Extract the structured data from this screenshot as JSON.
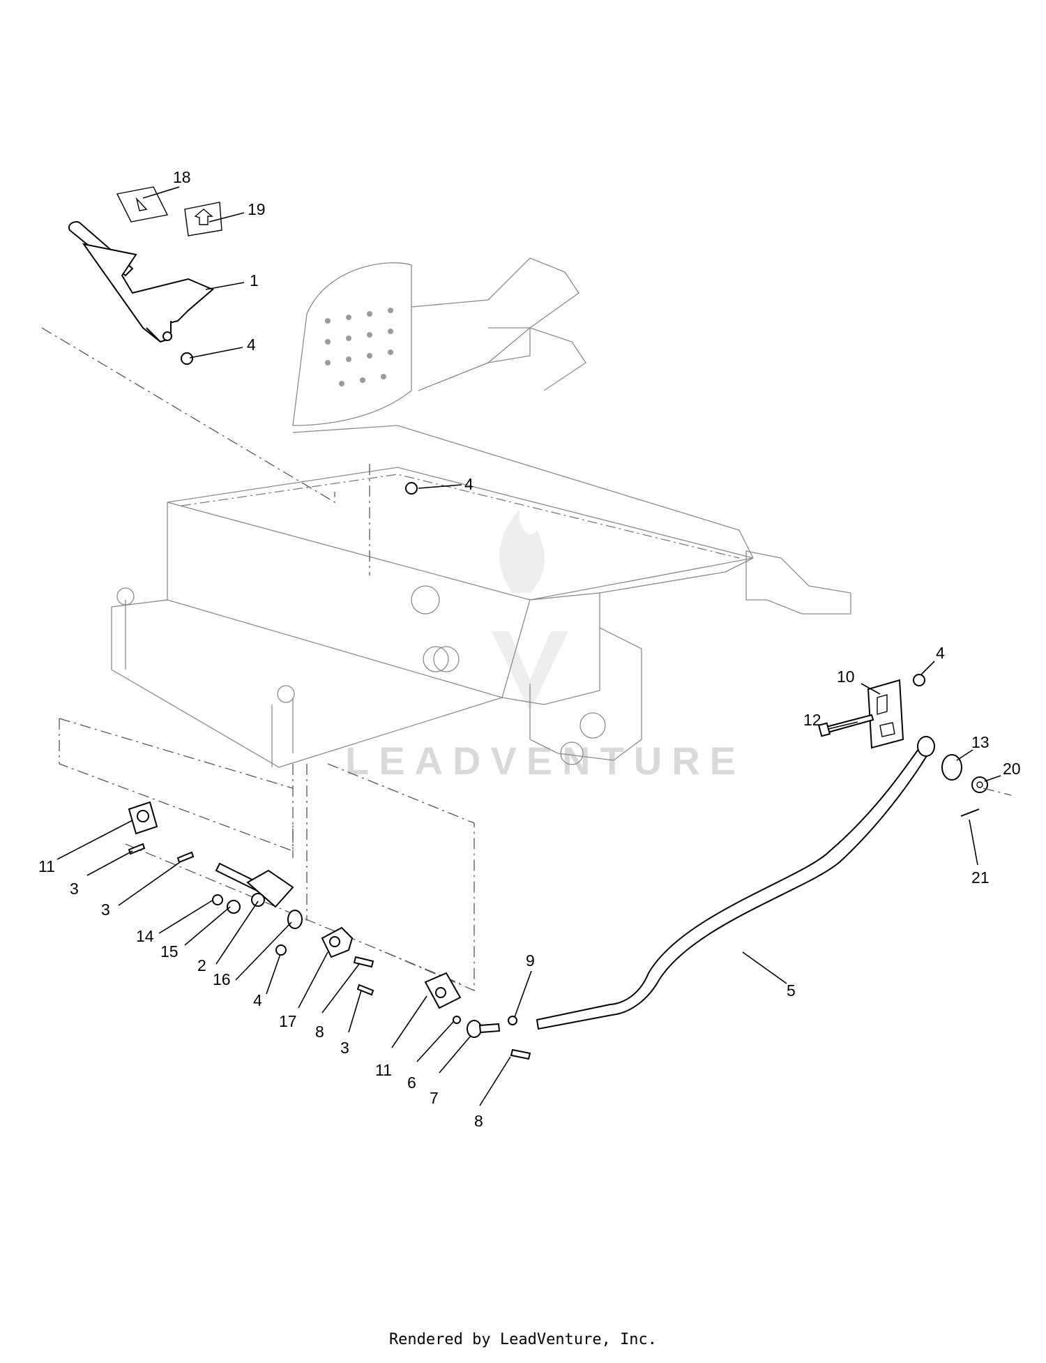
{
  "watermark": {
    "brand": "LEADVENTURE",
    "logo": "flame-v-logo"
  },
  "footer": {
    "credit": "Rendered by LeadVenture, Inc."
  },
  "callouts": [
    {
      "id": "c18",
      "label": "18"
    },
    {
      "id": "c19",
      "label": "19"
    },
    {
      "id": "c1",
      "label": "1"
    },
    {
      "id": "c4a",
      "label": "4"
    },
    {
      "id": "c4b",
      "label": "4"
    },
    {
      "id": "c10",
      "label": "10"
    },
    {
      "id": "c4c",
      "label": "4"
    },
    {
      "id": "c12",
      "label": "12"
    },
    {
      "id": "c13",
      "label": "13"
    },
    {
      "id": "c20",
      "label": "20"
    },
    {
      "id": "c21",
      "label": "21"
    },
    {
      "id": "c11a",
      "label": "11"
    },
    {
      "id": "c3a",
      "label": "3"
    },
    {
      "id": "c3b",
      "label": "3"
    },
    {
      "id": "c14",
      "label": "14"
    },
    {
      "id": "c15",
      "label": "15"
    },
    {
      "id": "c2",
      "label": "2"
    },
    {
      "id": "c16",
      "label": "16"
    },
    {
      "id": "c4d",
      "label": "4"
    },
    {
      "id": "c17",
      "label": "17"
    },
    {
      "id": "c8a",
      "label": "8"
    },
    {
      "id": "c3c",
      "label": "3"
    },
    {
      "id": "c11b",
      "label": "11"
    },
    {
      "id": "c6",
      "label": "6"
    },
    {
      "id": "c7",
      "label": "7"
    },
    {
      "id": "c9",
      "label": "9"
    },
    {
      "id": "c8b",
      "label": "8"
    },
    {
      "id": "c5",
      "label": "5"
    }
  ]
}
